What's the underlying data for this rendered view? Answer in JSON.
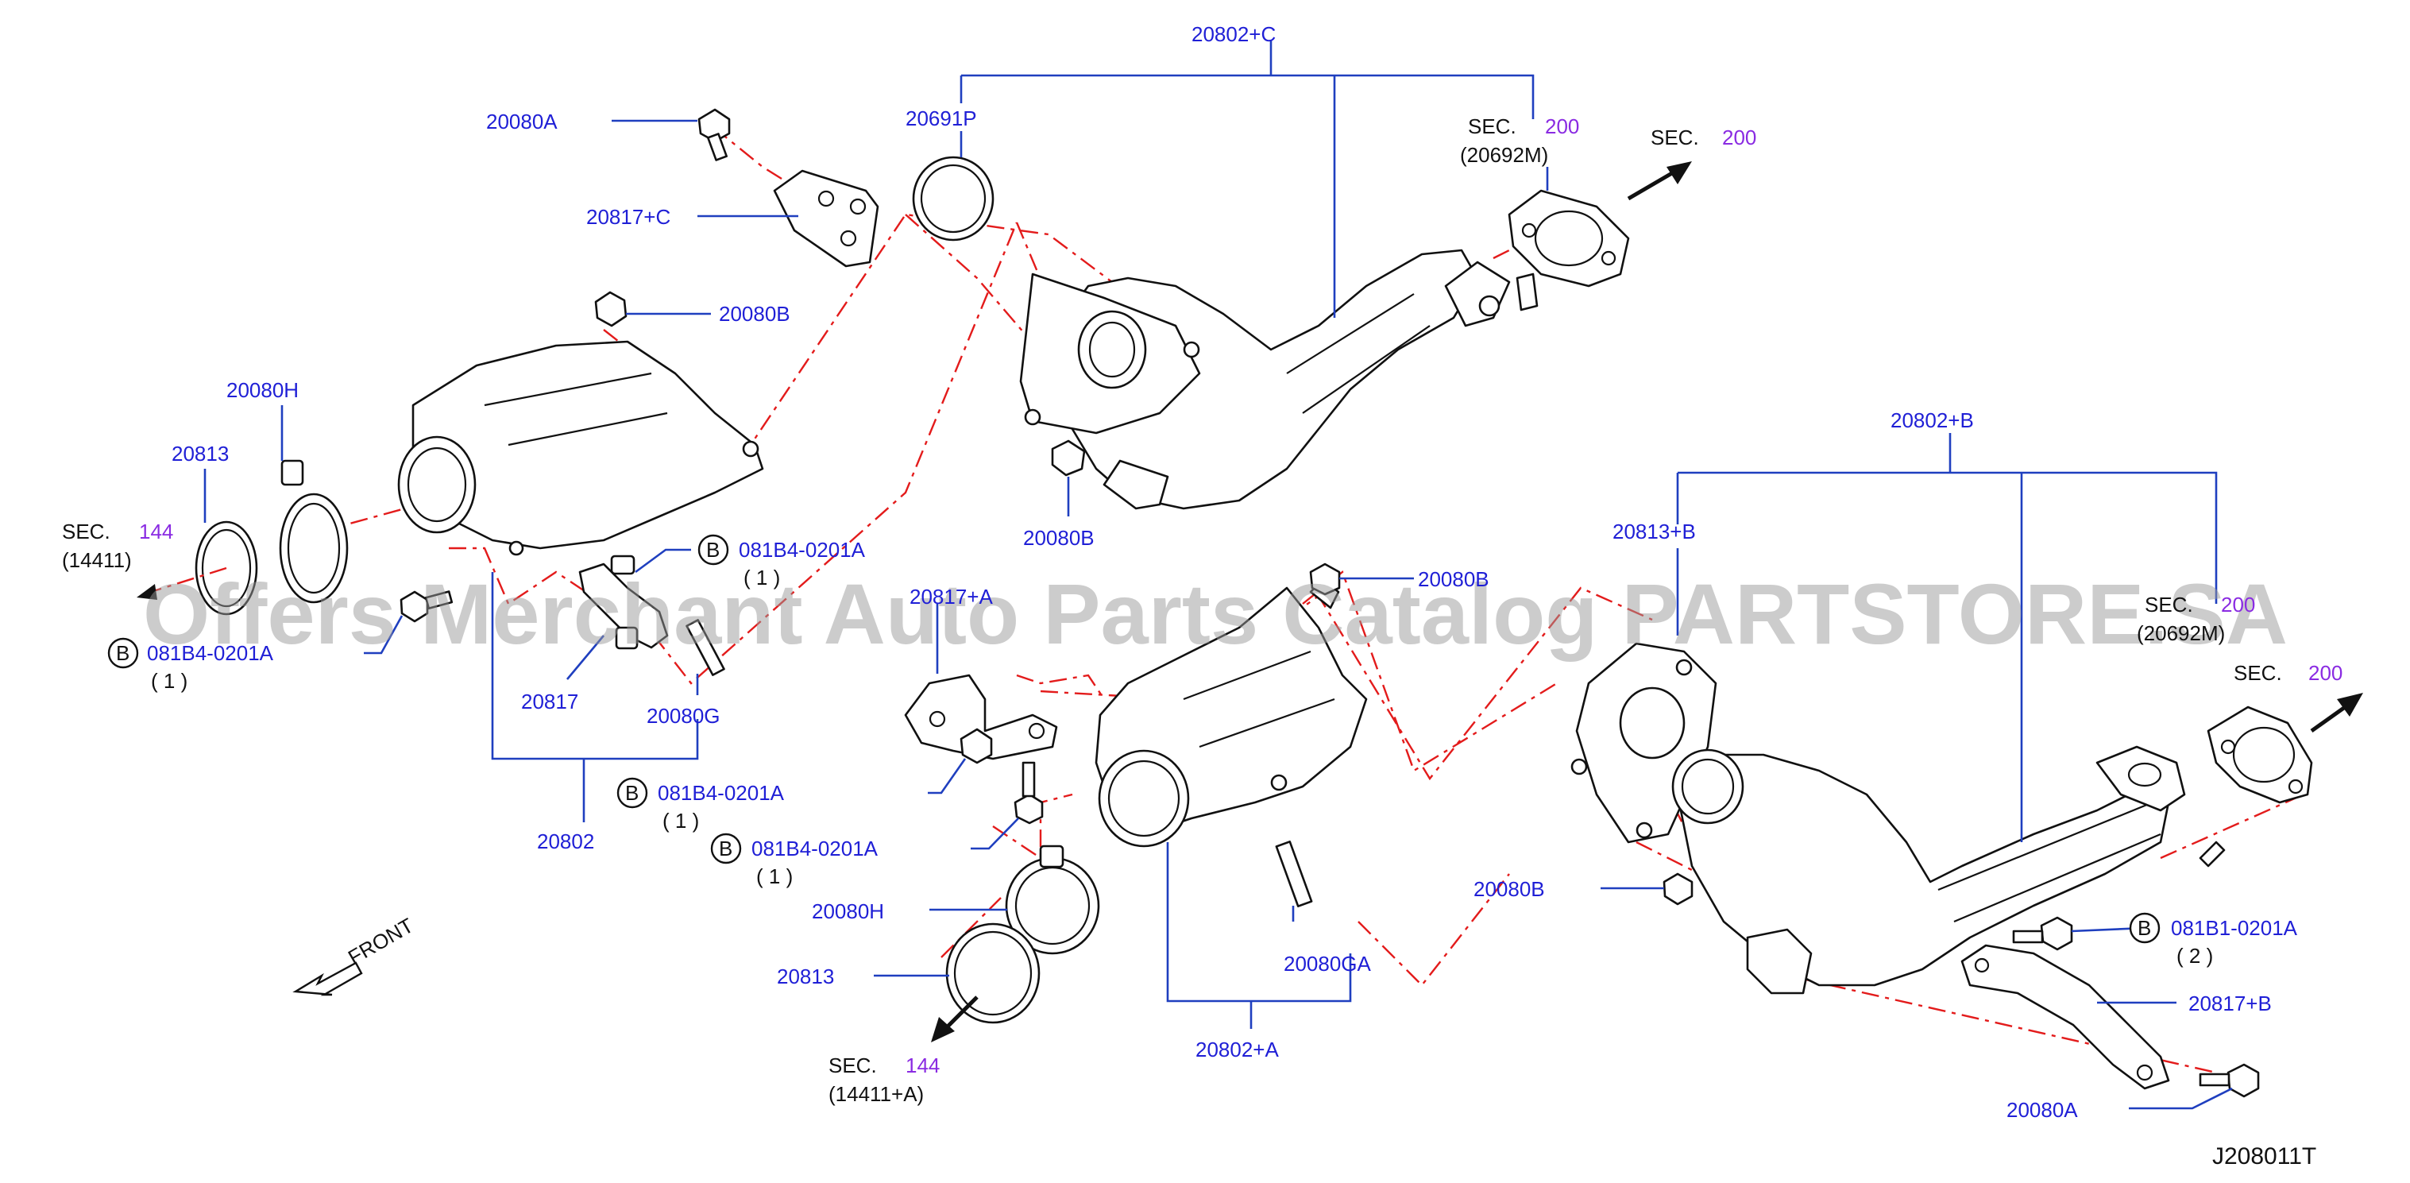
{
  "diagram_code": "J208011T",
  "watermark": "Offers Merchant Auto Parts Catalog PARTSTORE.SA",
  "front_label": "FRONT",
  "sec_word": "SEC.",
  "colors": {
    "label": "#1f1fd6",
    "sec_number": "#8a2be2",
    "leader": "#1f3fbf",
    "centerline": "#e31b1b"
  },
  "labels": {
    "p20802c": "20802+C",
    "p20691p": "20691P",
    "p20080a_top": "20080A",
    "p20817c": "20817+C",
    "p20080b_top": "20080B",
    "p20080h_left": "20080H",
    "p20813_left": "20813",
    "p20080b_mid": "20080B",
    "p20817": "20817",
    "p20080g": "20080G",
    "p20802": "20802",
    "p20802b": "20802+B",
    "p20813b": "20813+B",
    "p20080b_right_top": "20080B",
    "p20080b_right": "20080B",
    "p20080h_mid": "20080H",
    "p20813_mid": "20813",
    "p20080ga": "20080GA",
    "p20802a": "20802+A",
    "p20817b": "20817+B",
    "p20080a_bottom": "20080A",
    "p20817a": "20817+A"
  },
  "sec_refs": {
    "left": {
      "num": "144",
      "sub": "(14411)"
    },
    "top_flange": {
      "num": "200",
      "sub": "(20692M)"
    },
    "top_arrow": {
      "num": "200"
    },
    "right_flange": {
      "num": "200",
      "sub": "(20692M)"
    },
    "right_arrow": {
      "num": "200"
    },
    "bottom": {
      "num": "144",
      "sub": "(14411+A)"
    }
  },
  "bolt_refs": {
    "b_left": {
      "circle": "B",
      "code": "081B4-0201A",
      "qty": "( 1 )"
    },
    "b_mid1": {
      "circle": "B",
      "code": "081B4-0201A",
      "qty": "( 1 )"
    },
    "b_mid2": {
      "circle": "B",
      "code": "081B4-0201A",
      "qty": "( 1 )"
    },
    "b_mid3": {
      "circle": "B",
      "code": "081B4-0201A",
      "qty": "( 1 )"
    },
    "b_right": {
      "circle": "B",
      "code": "081B1-0201A",
      "qty": "( 2 )"
    }
  }
}
